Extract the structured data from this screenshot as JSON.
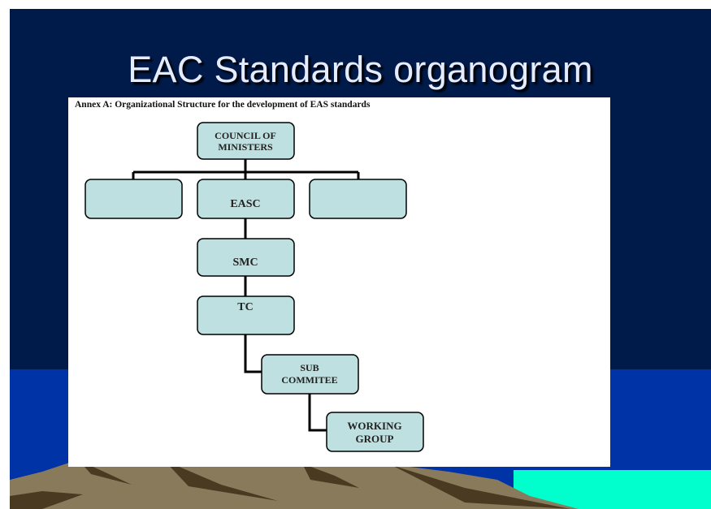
{
  "slide": {
    "title": "EAC Standards organogram",
    "colors": {
      "sky": "#001a4a",
      "sea": "#0033a6",
      "cyan": "#00ffcc",
      "mountain": "#8a7a5c",
      "mountain_dark": "#4a3a22",
      "box_fill": "#bfe0e0",
      "title_text": "#e6ecff"
    }
  },
  "document": {
    "annex_heading": "Annex A:  Organizational Structure for the development of EAS standards",
    "boxes": {
      "council": [
        "COUNCIL OF",
        "MINISTERS"
      ],
      "blank_left": [],
      "easc": [
        "EASC"
      ],
      "blank_right": [],
      "smc": [
        "SMC"
      ],
      "tc": [
        "TC"
      ],
      "sub_committee": [
        "SUB",
        "COMMITEE"
      ],
      "working_group": [
        "WORKING",
        "GROUP"
      ]
    }
  }
}
